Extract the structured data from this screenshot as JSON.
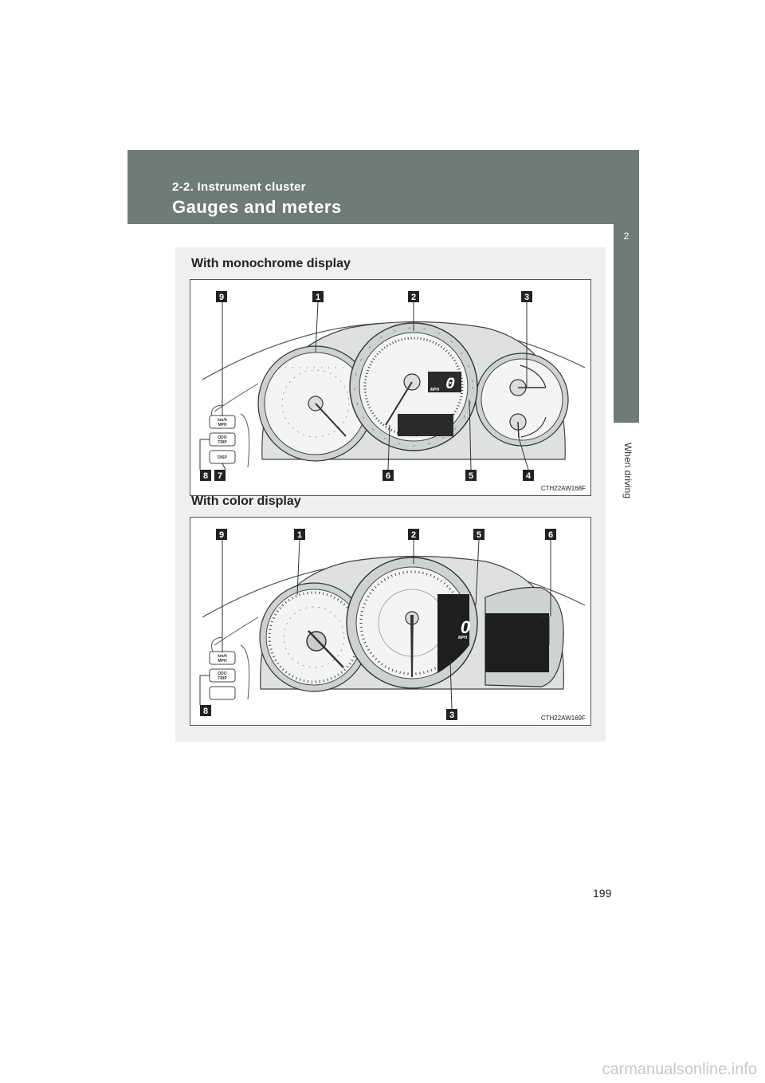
{
  "header": {
    "section": "2-2. Instrument cluster",
    "title": "Gauges and meters"
  },
  "side_tab": {
    "number": "2",
    "label": "When driving"
  },
  "figures": [
    {
      "caption": "With monochrome display",
      "code": "CTH22AW168F",
      "speed_digit": "0",
      "speed_unit": "MPH",
      "buttons": [
        "km/h\nMPH",
        "ODO\nTRIP",
        "DISP"
      ],
      "callouts": [
        "9",
        "1",
        "2",
        "3",
        "8",
        "7",
        "6",
        "5",
        "4"
      ]
    },
    {
      "caption": "With color display",
      "code": "CTH22AW169F",
      "speed_digit": "0",
      "speed_unit": "MPH",
      "buttons": [
        "km/h\nMPH",
        "ODO\nTRIP"
      ],
      "callouts": [
        "9",
        "1",
        "2",
        "5",
        "6",
        "8",
        "3"
      ]
    }
  ],
  "page_number": "199",
  "footer_text": "carmanualsonline.info"
}
